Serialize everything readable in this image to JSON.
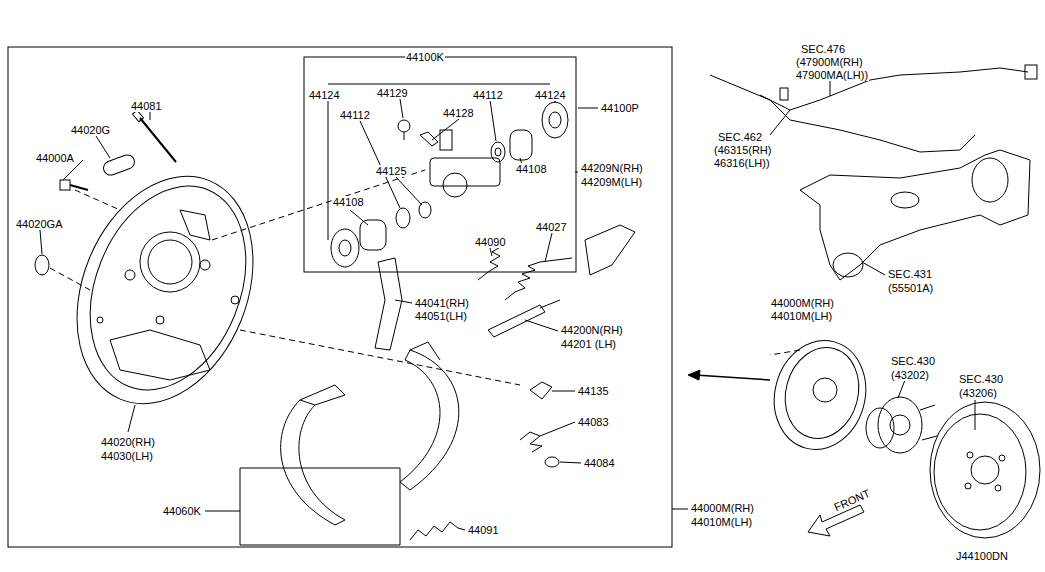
{
  "diagram": {
    "labels": [
      "44081",
      "44020G",
      "44000A",
      "44020GA",
      "44100K",
      "44124",
      "44124",
      "44129",
      "44112",
      "44128",
      "44112",
      "44100P",
      "44125",
      "44108",
      "44108",
      "44209N(RH)",
      "44209M(LH)",
      "44027",
      "44090",
      "44041(RH)",
      "44051(LH)",
      "44200N(RH)",
      "44201 (LH)",
      "44135",
      "44083",
      "44084",
      "44020(RH)",
      "44030(LH)",
      "44060K",
      "44091",
      "44000M(RH)",
      "44010M(LH)",
      "SEC.476",
      "(47900M(RH)",
      "47900MA(LH))",
      "SEC.462",
      "(46315(RH)",
      "46316(LH))",
      "SEC.431",
      "(55501A)",
      "44000M(RH)",
      "44010M(LH)",
      "SEC.430",
      "(43202)",
      "SEC.430",
      "(43206)",
      "FRONT",
      "J44100DN"
    ]
  }
}
